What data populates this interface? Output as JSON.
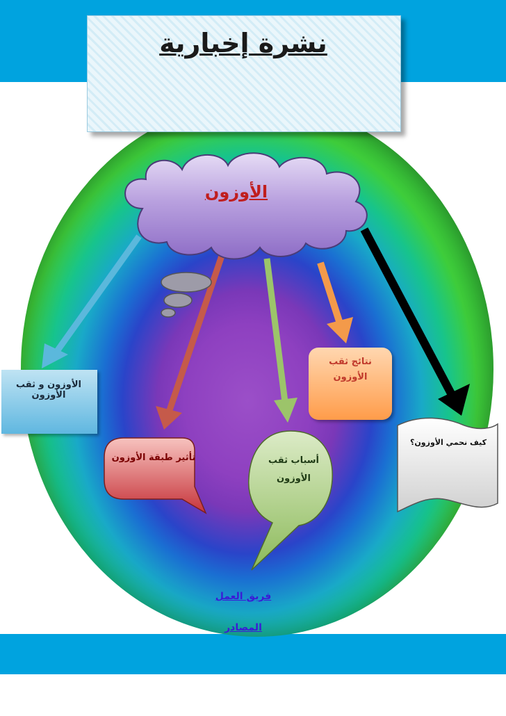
{
  "header": {
    "title": "نشرة إخبارية"
  },
  "cloud": {
    "label": "الأوزون"
  },
  "nodes": {
    "ozone_and_hole": "الأوزون و ثقب الأوزون",
    "hole_results": "نتائج ثقب الأوزون",
    "layer_effect": "تأثير طبقة الأوزون",
    "hole_causes": "أسباب ثقب الأوزون",
    "protect_ozone": "كيف نحمي الأوزون؟"
  },
  "footer": {
    "team_link": "فريق العمل",
    "sources_link": "المصادر"
  },
  "colors": {
    "band": "#00a3df",
    "cloud": "#a88bd3",
    "arrow_blue": "#5bb8dc",
    "arrow_red": "#c55a4a",
    "arrow_green": "#9cc46a",
    "arrow_orange": "#f39a4a",
    "arrow_black": "#000000"
  }
}
